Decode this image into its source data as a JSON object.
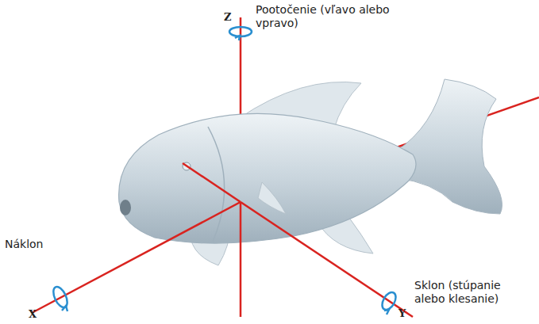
{
  "diagram": {
    "labels": [
      "Z",
      "Pootočenie (vľavo alebo vpravo)",
      "Náklon",
      "X",
      "Y",
      "Sklon (stúpanie alebo klesanie)"
    ]
  }
}
